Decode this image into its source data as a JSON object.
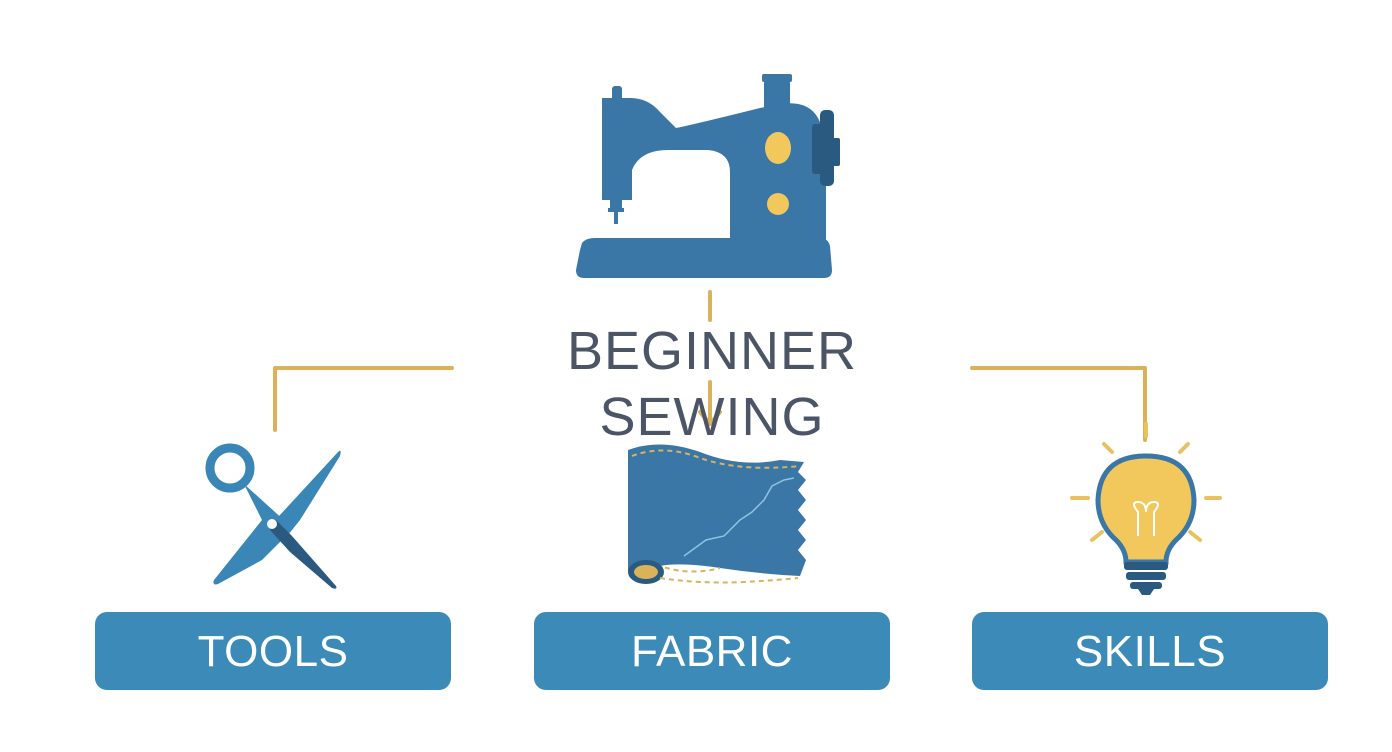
{
  "title": "BEGINNER SEWING",
  "categories": [
    {
      "id": "tools",
      "label": "TOOLS",
      "icon": "scissors-icon"
    },
    {
      "id": "fabric",
      "label": "FABRIC",
      "icon": "fabric-swatch-icon"
    },
    {
      "id": "skills",
      "label": "SKILLS",
      "icon": "lightbulb-icon"
    }
  ],
  "center_icon": "sewing-machine-icon",
  "colors": {
    "primary_blue": "#3b8ab8",
    "icon_blue": "#3a76a6",
    "dark_blue": "#2a5a80",
    "gold": "#d9b25a",
    "bulb_yellow": "#f2c75c",
    "title_gray": "#4b5566"
  }
}
